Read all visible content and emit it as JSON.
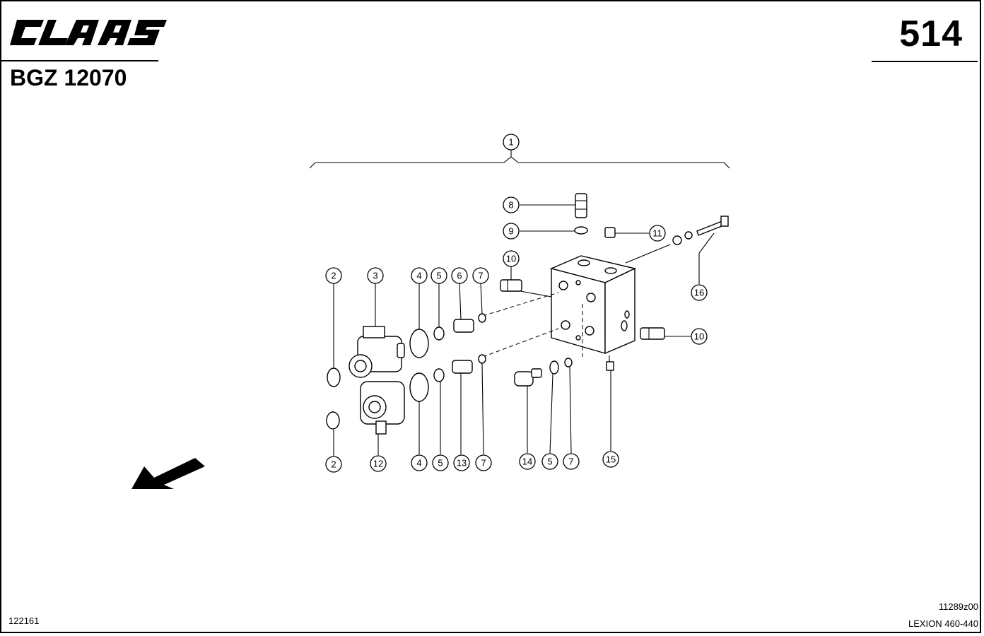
{
  "header": {
    "brand": "CLAAS",
    "page_number": "514",
    "group_code": "BGZ 12070"
  },
  "footer": {
    "left_code": "122161",
    "drawing_ref": "11289z00",
    "model": "LEXION 460-440"
  },
  "callouts": {
    "c1": "1",
    "c2a": "2",
    "c2b": "2",
    "c3": "3",
    "c4a": "4",
    "c4b": "4",
    "c5a": "5",
    "c5b": "5",
    "c5c": "5",
    "c6": "6",
    "c7a": "7",
    "c7b": "7",
    "c7c": "7",
    "c8": "8",
    "c9": "9",
    "c10a": "10",
    "c10b": "10",
    "c11": "11",
    "c12": "12",
    "c13": "13",
    "c14": "14",
    "c15": "15",
    "c16": "16"
  }
}
